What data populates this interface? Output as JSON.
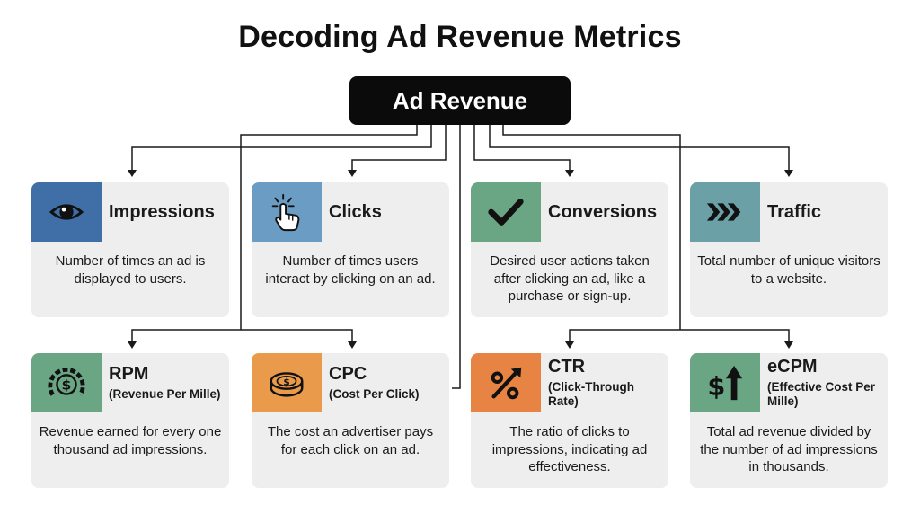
{
  "title": "Decoding Ad Revenue Metrics",
  "root": {
    "label": "Ad Revenue"
  },
  "cards": [
    {
      "name": "Impressions",
      "subtitle": "",
      "description": "Number of times an ad is displayed to users.",
      "icon": "eye-icon",
      "color": "#3f6fa6"
    },
    {
      "name": "Clicks",
      "subtitle": "",
      "description": "Number of times users interact by clicking on an ad.",
      "icon": "pointer-click-icon",
      "color": "#6a9cc4"
    },
    {
      "name": "Conversions",
      "subtitle": "",
      "description": "Desired user actions taken after clicking an ad, like a purchase or sign-up.",
      "icon": "checkmark-icon",
      "color": "#6aa684"
    },
    {
      "name": "Traffic",
      "subtitle": "",
      "description": "Total number of unique visitors to a website.",
      "icon": "chevrons-right-icon",
      "color": "#6aa0a6"
    },
    {
      "name": "RPM",
      "subtitle": "(Revenue Per Mille)",
      "description": "Revenue earned for every one thousand ad impressions.",
      "icon": "dollar-gauge-icon",
      "color": "#6aa684"
    },
    {
      "name": "CPC",
      "subtitle": "(Cost Per Click)",
      "description": "The cost an advertiser pays for each click on an ad.",
      "icon": "coin-icon",
      "color": "#e99a4a"
    },
    {
      "name": "CTR",
      "subtitle": "(Click-Through Rate)",
      "description": "The ratio of clicks to impressions, indicating ad effectiveness.",
      "icon": "percent-arrow-icon",
      "color": "#e88443"
    },
    {
      "name": "eCPM",
      "subtitle": "(Effective Cost Per Mille)",
      "description": "Total ad revenue divided by the number of ad impressions in thousands.",
      "icon": "dollar-up-arrow-icon",
      "color": "#6aa684"
    }
  ]
}
